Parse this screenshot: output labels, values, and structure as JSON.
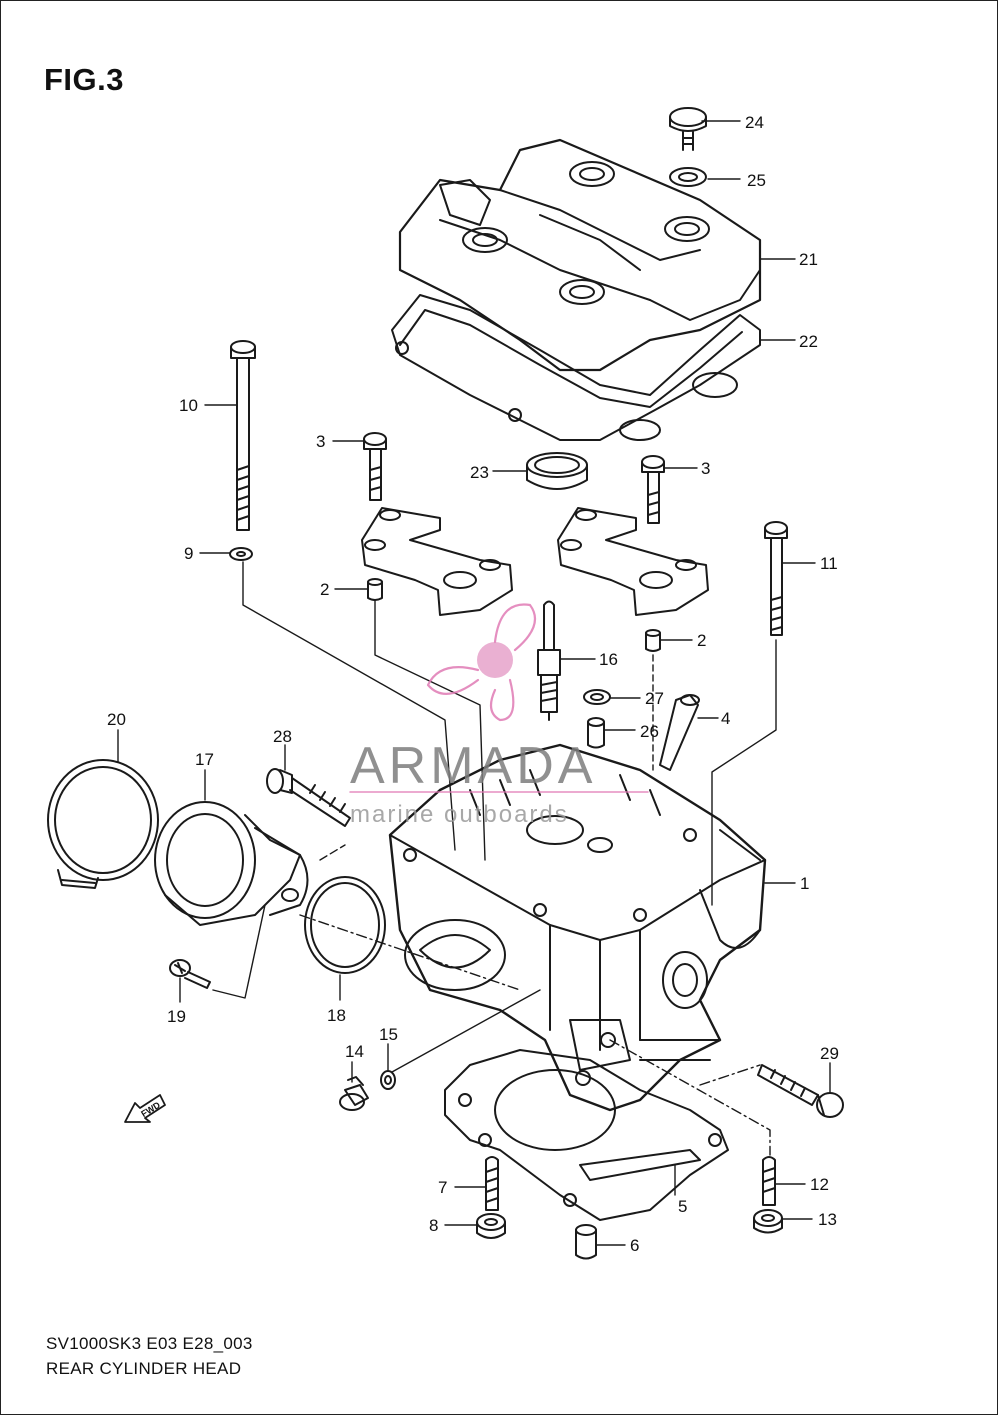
{
  "figure": {
    "title": "FIG.3",
    "model_code": "SV1000SK3 E03 E28_003",
    "caption": "REAR CYLINDER HEAD"
  },
  "watermark": {
    "brand": "ARMADA",
    "tagline": "marine outboards"
  },
  "direction_tag": "FWD",
  "colors": {
    "line": "#1a1a1a",
    "watermark_pink": "#e07bb5",
    "watermark_gray": "#8a8a8a"
  },
  "callouts": [
    {
      "id": "1"
    },
    {
      "id": "2"
    },
    {
      "id": "2"
    },
    {
      "id": "3"
    },
    {
      "id": "3"
    },
    {
      "id": "4"
    },
    {
      "id": "5"
    },
    {
      "id": "6"
    },
    {
      "id": "7"
    },
    {
      "id": "8"
    },
    {
      "id": "9"
    },
    {
      "id": "10"
    },
    {
      "id": "11"
    },
    {
      "id": "12"
    },
    {
      "id": "13"
    },
    {
      "id": "14"
    },
    {
      "id": "15"
    },
    {
      "id": "16"
    },
    {
      "id": "17"
    },
    {
      "id": "18"
    },
    {
      "id": "19"
    },
    {
      "id": "20"
    },
    {
      "id": "21"
    },
    {
      "id": "22"
    },
    {
      "id": "23"
    },
    {
      "id": "24"
    },
    {
      "id": "25"
    },
    {
      "id": "26"
    },
    {
      "id": "27"
    },
    {
      "id": "28"
    },
    {
      "id": "29"
    }
  ]
}
